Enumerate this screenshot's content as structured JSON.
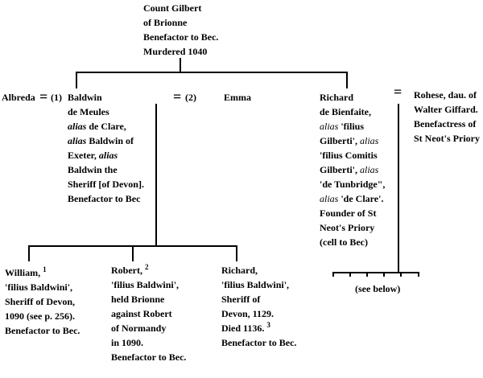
{
  "gilbert": [
    "Count Gilbert",
    "of Brionne",
    "Benefactor to Bec.",
    "Murdered 1040"
  ],
  "albreda": {
    "name": "Albreda",
    "marker": "(1)"
  },
  "baldwin": {
    "l1": "Baldwin",
    "l2": "de Meules",
    "l3_alias": "alias",
    "l3_rest": " de Clare,",
    "l4_alias": "alias",
    "l4_rest": " Baldwin of",
    "l5_pre": "Exeter, ",
    "l5_alias": "alias",
    "l6": "Baldwin the",
    "l7": "Sheriff [of Devon].",
    "l8": "Benefactor to Bec"
  },
  "marker2": "(2)",
  "emma": "Emma",
  "richard_bienfaite": {
    "l1": "Richard",
    "l2": "de Bienfaite,",
    "l3_alias": "alias",
    "l3_rest": " 'filius",
    "l4_pre": "Gilberti', ",
    "l4_alias": "alias",
    "l5": "'filius Comitis",
    "l6_pre": "Gilberti', ",
    "l6_alias": "alias",
    "l7": "'de Tunbridge\",",
    "l8_alias": "alias",
    "l8_rest": " 'de Clare'.",
    "l9": "Founder of St",
    "l10": "Neot's Priory",
    "l11": "(cell to Bec)"
  },
  "rohese": [
    "Rohese, dau. of",
    "Walter Giffard.",
    "Benefactress of",
    "St Neot's Priory"
  ],
  "see_below": "(see below)",
  "william": {
    "l1": "William,",
    "sup": "1",
    "l2": "'filius Baldwini',",
    "l3": "Sheriff of Devon,",
    "l4": "1090  (see p. 256).",
    "l5": "Benefactor to Bec."
  },
  "robert": {
    "l1": "Robert,",
    "sup": "2",
    "l2": "'filius Baldwini',",
    "l3": "held Brionne",
    "l4": "against Robert",
    "l5": "of Normandy",
    "l6": "in 1090.",
    "l7": "Benefactor to Bec."
  },
  "richard_son": {
    "l1": "Richard,",
    "l2": "'filius Baldwini',",
    "l3": "Sheriff of",
    "l4": "Devon, 1129.",
    "l5": "Died 1136.",
    "sup": "3",
    "l6": "Benefactor to Bec."
  }
}
